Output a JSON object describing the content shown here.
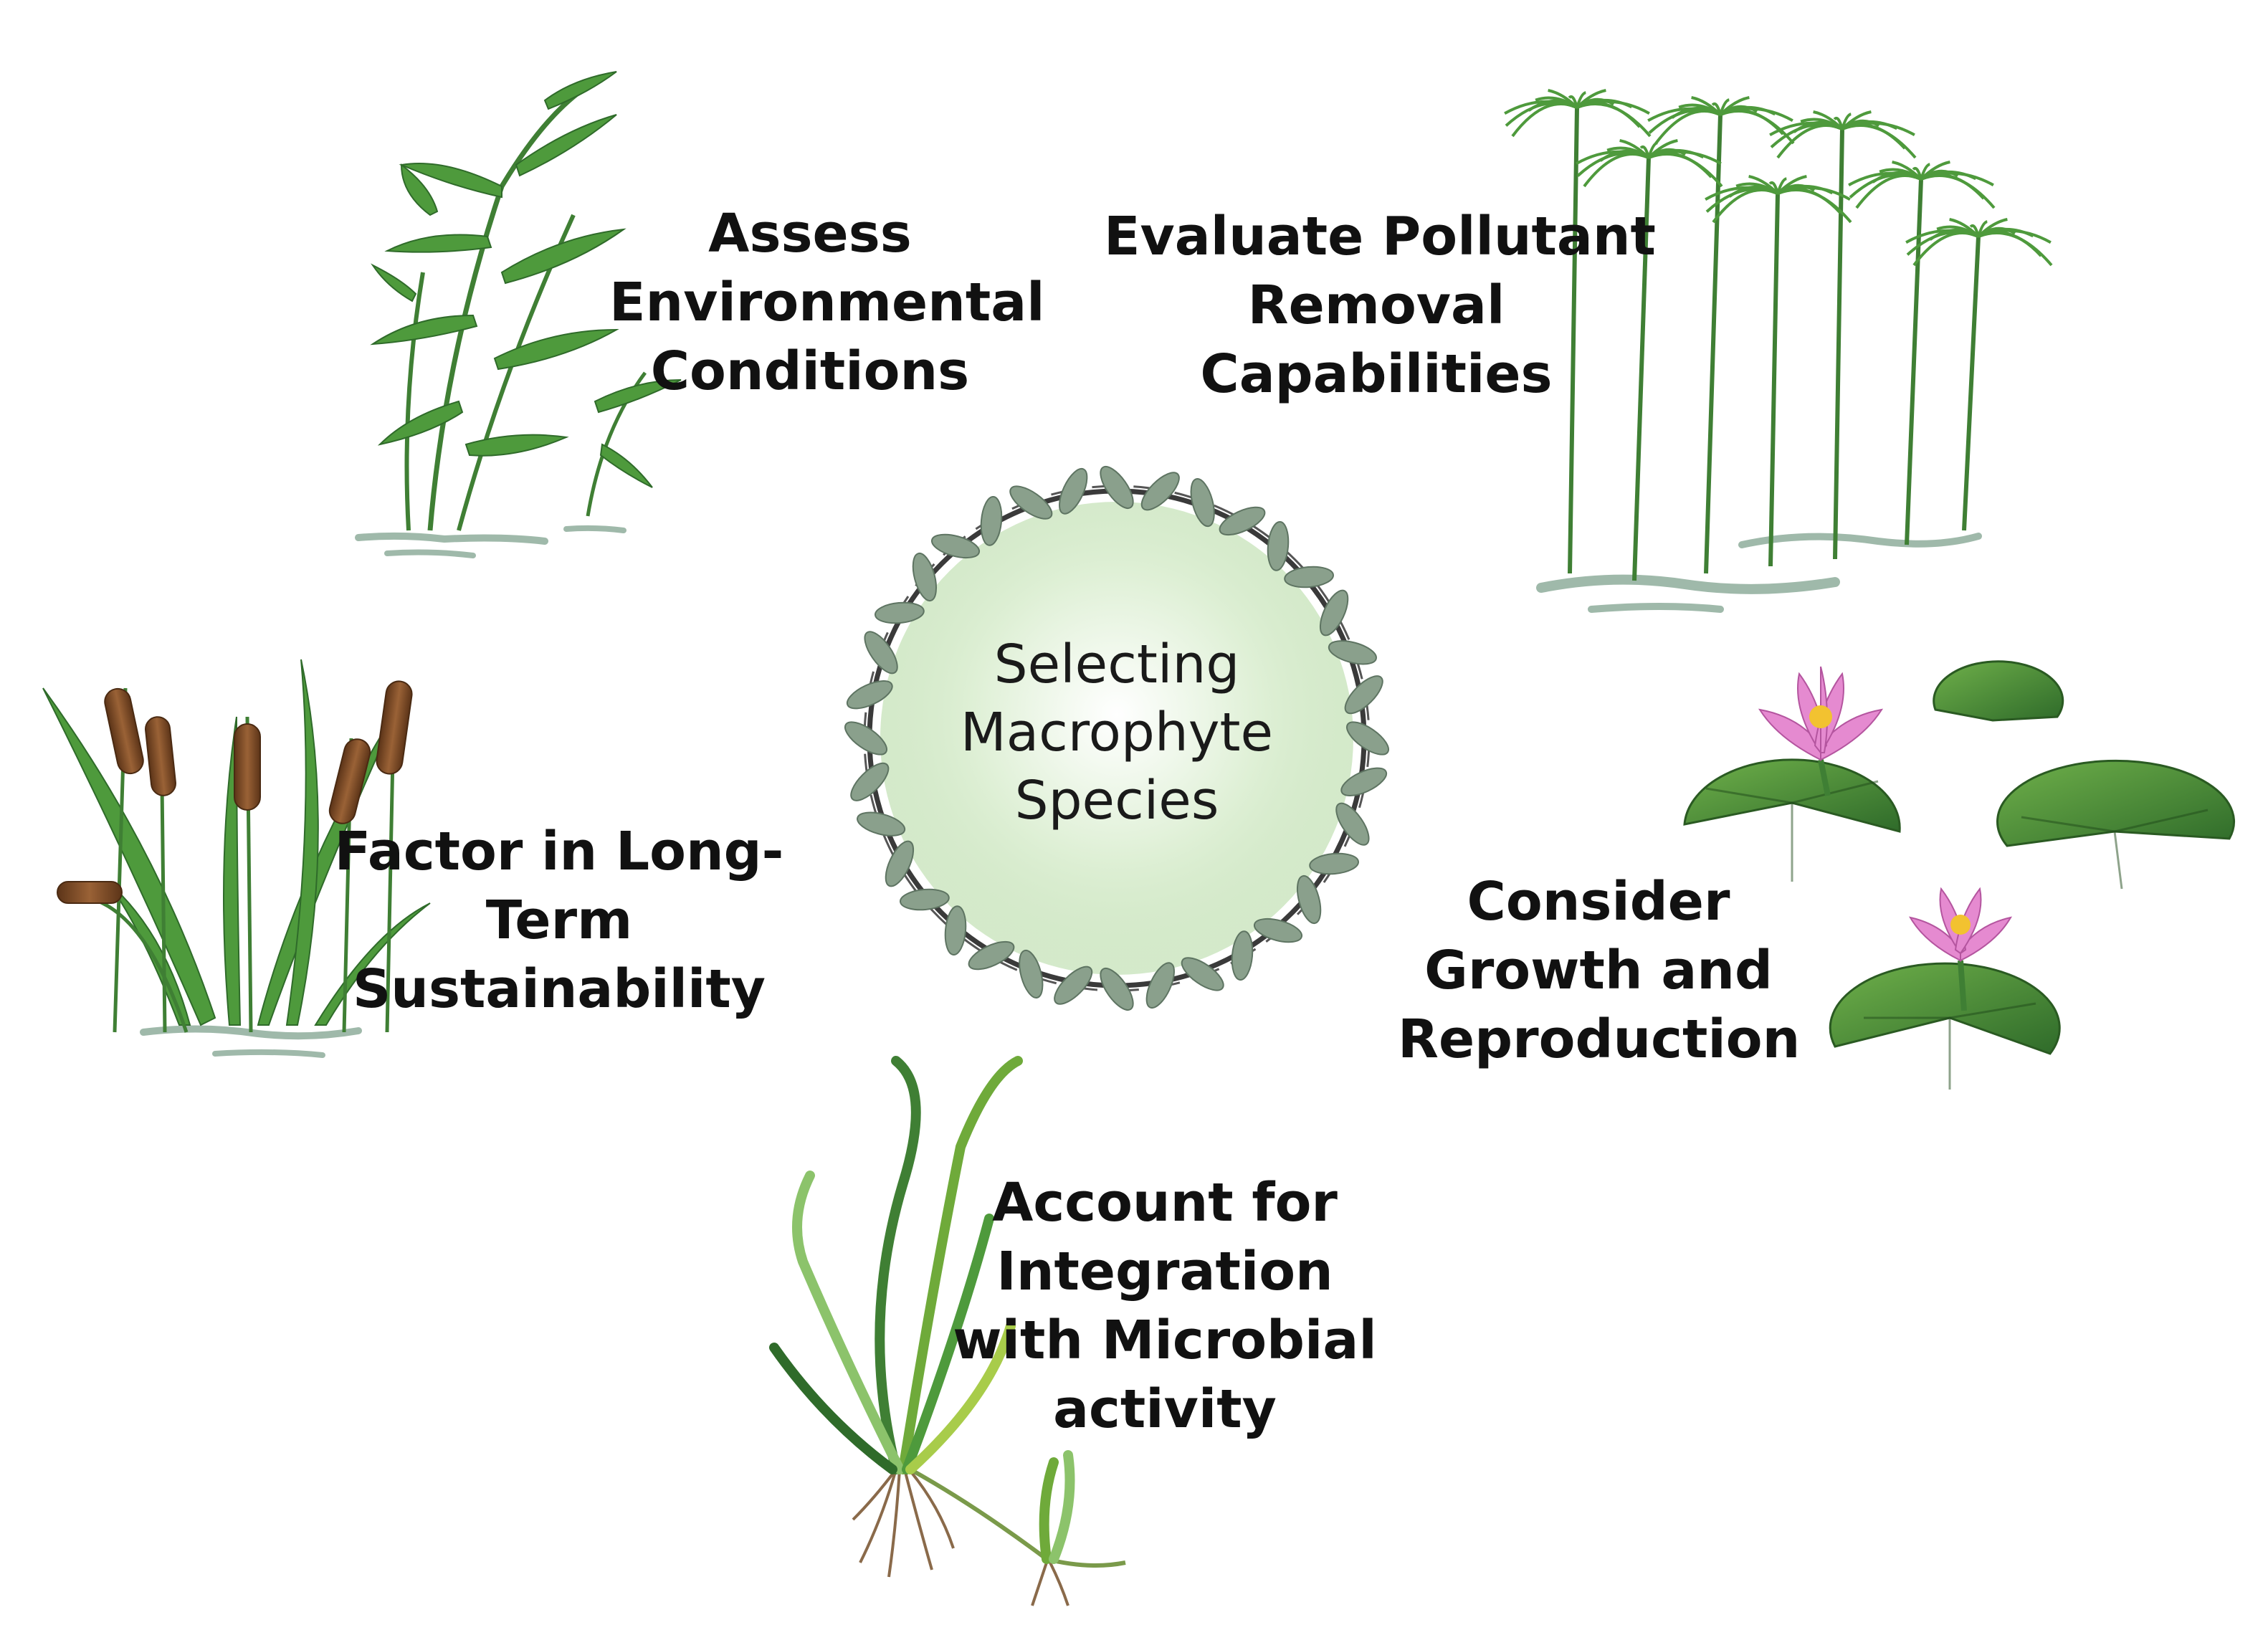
{
  "diagram": {
    "center": {
      "lines": [
        "Selecting",
        "Macrophyte",
        "Species"
      ]
    },
    "labels": {
      "assess": [
        "Assess",
        "Environmental",
        "Conditions"
      ],
      "evaluate": [
        "Evaluate Pollutant",
        "Removal",
        "Capabilities"
      ],
      "factor": [
        "Factor in Long-",
        "Term",
        "Sustainability"
      ],
      "consider": [
        "Consider",
        "Growth and",
        "Reproduction"
      ],
      "account": [
        "Account for",
        "Integration",
        "with Microbial",
        "activity"
      ]
    },
    "icons": {
      "reeds": "reed-grass-icon",
      "papyrus": "papyrus-icon",
      "cattails": "cattail-icon",
      "water_lily": "water-lily-icon",
      "seagrass": "eelgrass-icon",
      "wreath": "leaf-wreath-icon"
    },
    "colors": {
      "leaf_dark": "#2f6b2a",
      "leaf_mid": "#4e9a3c",
      "leaf_light": "#8cc36b",
      "water": "#9fb9aa",
      "cattail_brown": "#7a4a2a",
      "lily_pink": "#e58ad0",
      "lily_center": "#f2c230",
      "wreath_leaf": "#8aa08c",
      "wreath_center": "#cfe8c4",
      "text": "#111111"
    }
  }
}
